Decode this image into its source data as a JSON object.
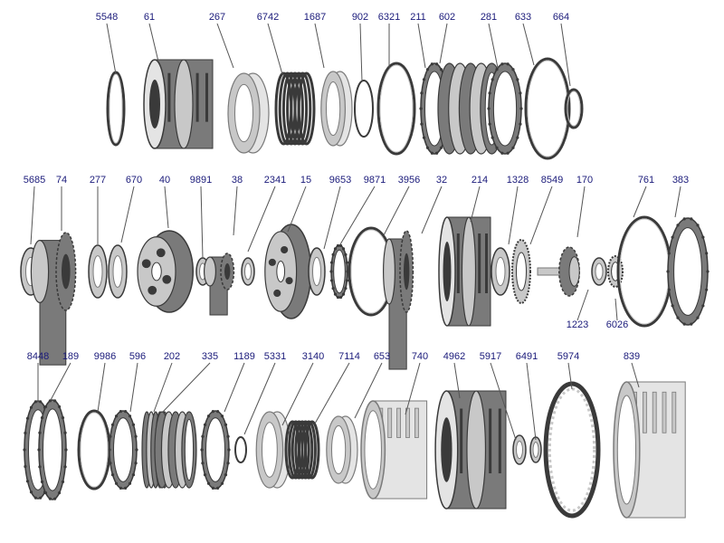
{
  "colors": {
    "label": "#1a1a7a",
    "leader": "#555555",
    "metal_dark": "#3a3a3a",
    "metal_mid": "#7a7a7a",
    "metal_light": "#c8c8c8",
    "metal_pale": "#e4e4e4"
  },
  "rows": [
    {
      "parts": [
        {
          "label": "5548",
          "shape": "ring"
        },
        {
          "label": "61",
          "shape": "drum"
        },
        {
          "label": "267",
          "shape": "piston"
        },
        {
          "label": "6742",
          "shape": "spring"
        },
        {
          "label": "1687",
          "shape": "piston"
        },
        {
          "label": "902",
          "shape": "snap"
        },
        {
          "label": "6321",
          "shape": "ring"
        },
        {
          "label": "211",
          "shape": "plate"
        },
        {
          "label": "602",
          "shape": "clutchpack"
        },
        {
          "label": "281",
          "shape": "plate"
        },
        {
          "label": "633",
          "shape": "ring"
        },
        {
          "label": "664",
          "shape": "ring"
        }
      ]
    },
    {
      "parts": [
        {
          "label": "5685",
          "shape": "washer"
        },
        {
          "label": "74",
          "shape": "gear"
        },
        {
          "label": "277",
          "shape": "washer"
        },
        {
          "label": "670",
          "shape": "washer"
        },
        {
          "label": "40",
          "shape": "carrier"
        },
        {
          "label": "9891",
          "shape": "washer"
        },
        {
          "label": "38",
          "shape": "gear"
        },
        {
          "label": "2341",
          "shape": "washer"
        },
        {
          "label": "15",
          "shape": "carrier"
        },
        {
          "label": "9653",
          "shape": "washer"
        },
        {
          "label": "9871",
          "shape": "plate"
        },
        {
          "label": "3956",
          "shape": "ring"
        },
        {
          "label": "32",
          "shape": "gear"
        },
        {
          "label": "214",
          "shape": "drum"
        },
        {
          "label": "1328",
          "shape": "washer"
        },
        {
          "label": "8549",
          "shape": "bearing"
        },
        {
          "label": "170",
          "shape": "shaft"
        },
        {
          "label": "1223",
          "shape": "washer"
        },
        {
          "label": "6026",
          "shape": "bearing"
        },
        {
          "label": "761",
          "shape": "ring"
        },
        {
          "label": "383",
          "shape": "plate"
        }
      ]
    },
    {
      "parts": [
        {
          "label": "8448",
          "shape": "plate"
        },
        {
          "label": "189",
          "shape": "plate"
        },
        {
          "label": "9986",
          "shape": "ring"
        },
        {
          "label": "596",
          "shape": "plate"
        },
        {
          "label": "202",
          "shape": "clutchpack"
        },
        {
          "label": "335",
          "shape": "clutchpack"
        },
        {
          "label": "1189",
          "shape": "plate"
        },
        {
          "label": "5331",
          "shape": "snap"
        },
        {
          "label": "3140",
          "shape": "piston"
        },
        {
          "label": "7114",
          "shape": "spring"
        },
        {
          "label": "653",
          "shape": "piston"
        },
        {
          "label": "740",
          "shape": "hub"
        },
        {
          "label": "4962",
          "shape": "drum"
        },
        {
          "label": "5917",
          "shape": "washer"
        },
        {
          "label": "6491",
          "shape": "washer"
        },
        {
          "label": "5974",
          "shape": "sprag"
        },
        {
          "label": "839",
          "shape": "hub"
        }
      ]
    }
  ]
}
